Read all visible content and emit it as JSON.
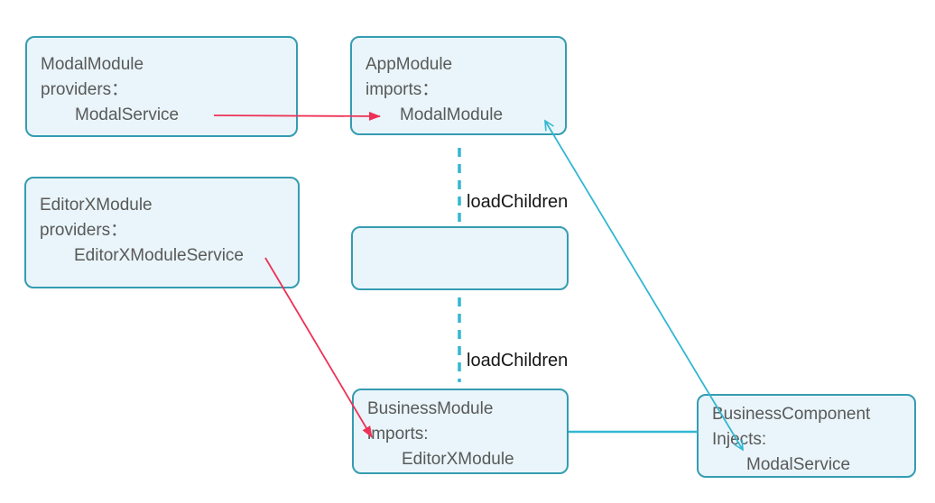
{
  "diagram": {
    "boxes": {
      "modal_module": {
        "line1": "ModalModule",
        "line2": "providers：",
        "line3": "ModalService"
      },
      "app_module": {
        "line1": "AppModule",
        "line2": "imports：",
        "line3": "ModalModule"
      },
      "editorx_module": {
        "line1": "EditorXModule",
        "line2": "providers：",
        "line3": "EditorXModuleService"
      },
      "business_module": {
        "line1": "BusinessModule",
        "line2": "imports:",
        "line3": "EditorXModule"
      },
      "business_component": {
        "line1": "BusinessComponent",
        "line2": "Injects:",
        "line3": "ModalService"
      }
    },
    "labels": {
      "load_children_top": "loadChildren",
      "load_children_bottom": "loadChildren"
    },
    "colors": {
      "box_fill": "#e9f5fa",
      "box_border": "#359cb1",
      "connector_teal": "#33b7d1",
      "connector_red": "#ee3156",
      "box_text": "#595959",
      "label_text": "#161616",
      "background": "#ffffff"
    }
  }
}
